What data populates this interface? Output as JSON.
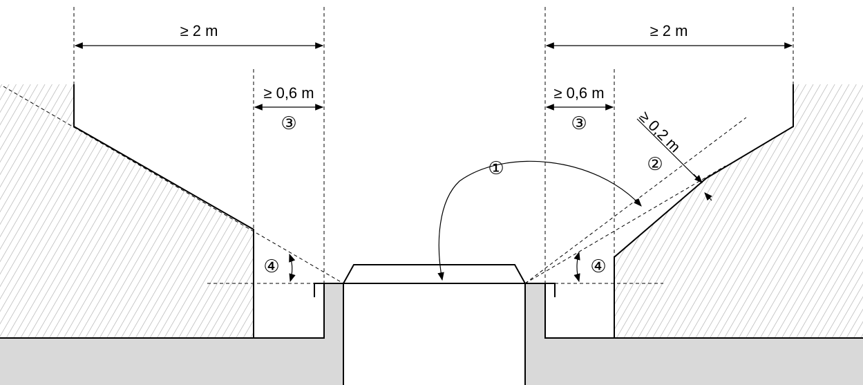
{
  "labels": {
    "left_outer_width": "≥ 2 m",
    "right_outer_width": "≥ 2 m",
    "left_inner_width": "≥ 0,6 m",
    "right_inner_width": "≥ 0,6 m",
    "slope_offset": "≥ 0,2 m"
  },
  "markers": {
    "m1": "①",
    "m2": "②",
    "m3_left": "③",
    "m3_right": "③",
    "m4_left": "④",
    "m4_right": "④"
  },
  "colors": {
    "ground_fill": "#d9d9d9",
    "hatch_stroke": "#a6a6a6",
    "line": "#000000"
  }
}
